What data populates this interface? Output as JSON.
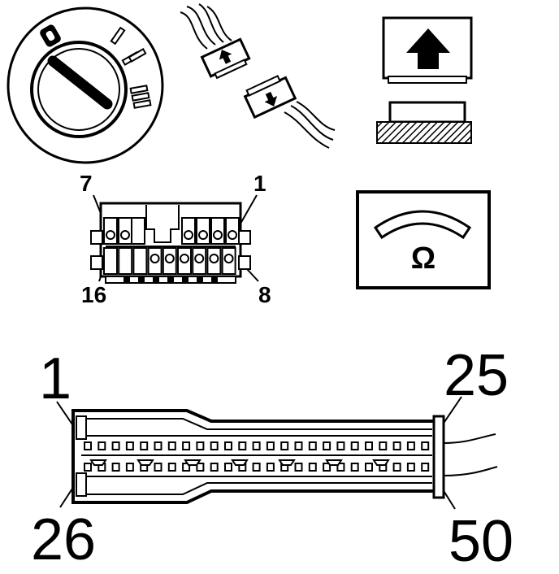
{
  "ignition": {
    "key_symbol": "0",
    "positions": [
      "I",
      "II",
      "III"
    ]
  },
  "connector_small": {
    "pin_top_left": "7",
    "pin_top_right": "1",
    "pin_bottom_left": "16",
    "pin_bottom_right": "8"
  },
  "ohmmeter": {
    "symbol": "Ω"
  },
  "connector_large": {
    "pin_top_left": "1",
    "pin_top_right": "25",
    "pin_bottom_left": "26",
    "pin_bottom_right": "50"
  },
  "colors": {
    "ink": "#000000",
    "paper": "#ffffff"
  }
}
